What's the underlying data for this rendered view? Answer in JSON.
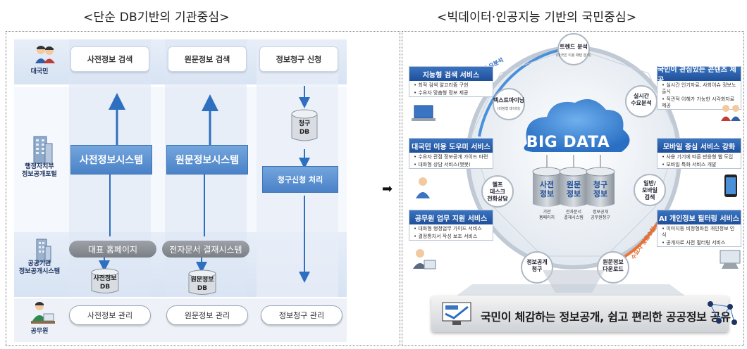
{
  "captions": {
    "left": "<단순 DB기반의 기관중심>",
    "right": "<빅데이터·인공지능 기반의 국민중심>"
  },
  "left": {
    "roles": {
      "citizen": "대국민",
      "ministry": "행정자치부\n정보공개포털",
      "agency": "공공기관\n정보공개시스템",
      "official": "공무원"
    },
    "top_buttons": [
      "사전정보 검색",
      "원문정보 검색",
      "정보청구 신청"
    ],
    "systems": [
      "사전정보시스템",
      "원문정보시스템"
    ],
    "request_db": "청구\nDB",
    "request_process": "청구신청 처리",
    "gray_pills": [
      "대표 홈페이지",
      "전자문서 결재시스템"
    ],
    "dbs": [
      "사전정보\nDB",
      "원문정보\nDB"
    ],
    "bottom_buttons": [
      "사전정보 관리",
      "원문정보 관리",
      "정보청구 관리"
    ]
  },
  "right": {
    "left_boxes": [
      {
        "title": "지능형 검색 서비스",
        "lines": [
          "• 최적 검색 알고리즘 구현",
          "• 수요자 맞춤형 정보 제공"
        ]
      },
      {
        "title": "대국민 이용 도우미 서비스",
        "lines": [
          "• 수요자 관점 정보공개 가이드 마련",
          "• 대화형 상담 서비스(챗봇)"
        ]
      },
      {
        "title": "공무원 업무 지원 서비스",
        "lines": [
          "• 대화형 행정업무 가이드 서비스",
          "• 결정통지서 작성 보조 서비스"
        ]
      }
    ],
    "right_boxes": [
      {
        "title": "국민이 관심있는 콘텐츠 제공",
        "lines": [
          "• 실시간 인기자료, 사회이슈 정보노출시",
          "• 직관적 이해가 가능한 시각화자료 제공"
        ]
      },
      {
        "title": "모바일 중심 서비스 강화",
        "lines": [
          "• 사용 기기에 따른 반응형 웹 도입",
          "• 모바일 특화 서비스 개발"
        ]
      },
      {
        "title": "AI 개인정보 필터링 서비스",
        "lines": [
          "• 이미지등 비정형화된 개인정보 인식",
          "• 공개자료 사전 필터링 서비스"
        ]
      }
    ],
    "satellites": {
      "trend": "트렌드 분석",
      "trend_sub": "(대국민 이용 패턴 분석)",
      "textmining": "텍스트마이닝",
      "textmining_sub": "(비정형 데이터)",
      "realtime": "실시간\n수요분석",
      "help": "헬프\n데스크\n전화상담",
      "mobile": "일반/\n모바일\n검색",
      "claim": "정보공개\n청구",
      "download": "원문정보\n다운로드"
    },
    "center_title": "BIG DATA",
    "cylinders": [
      {
        "label": "사전\n정보",
        "sub": "기관\n홈페이지"
      },
      {
        "label": "원문\n정보",
        "sub": "전자문서\n결재시스템"
      },
      {
        "label": "청구\n정보",
        "sub": "정보공개\n공무원청구"
      }
    ],
    "curve_labels": [
      "수요분석",
      "수요자 맞춤수집"
    ],
    "banner": "국민이 체감하는 정보공개, 쉽고 편리한 공공정보 공유"
  },
  "transition_arrow": "➡",
  "colors": {
    "system_blue": "#4a82c8",
    "band_blue": "#d7e3f3",
    "header_navy": "#1f4f98",
    "cloud_blue": "#3a86d6"
  }
}
